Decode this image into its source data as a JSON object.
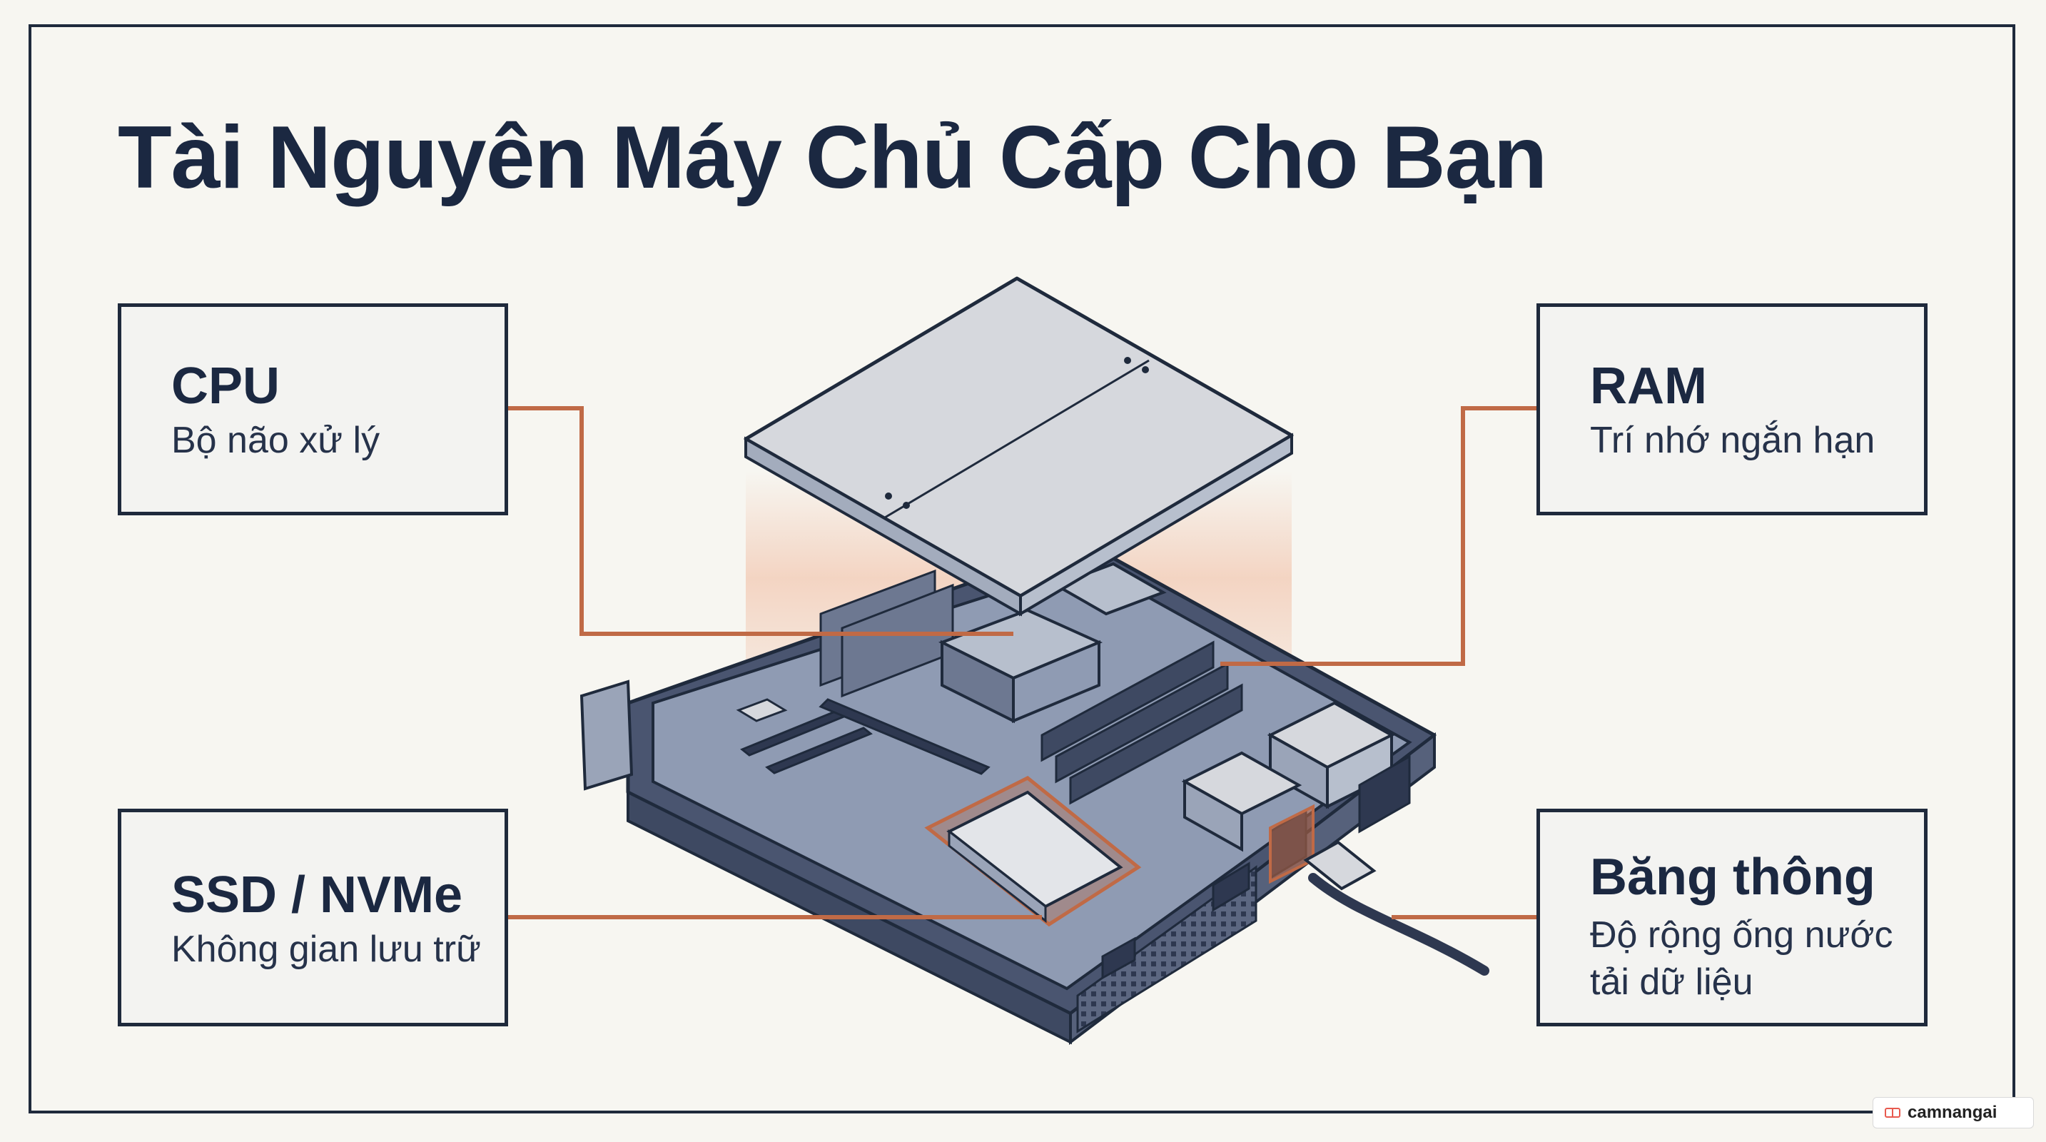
{
  "title": "Tài Nguyên Máy Chủ Cấp Cho Bạn",
  "cards": {
    "cpu": {
      "name": "CPU",
      "desc": "Bộ não xử lý"
    },
    "ram": {
      "name": "RAM",
      "desc": "Trí nhớ ngắn hạn"
    },
    "ssd": {
      "name": "SSD / NVMe",
      "desc": "Không gian lưu trữ"
    },
    "bandwidth": {
      "name": "Băng thông",
      "desc_line1": "Độ rộng ống nước",
      "desc_line2": "tải dữ liệu"
    }
  },
  "watermark": "camnangai",
  "colors": {
    "ink": "#1f2a3c",
    "connector": "#c06a46",
    "chassis": "#6d7891",
    "chassis_dark": "#3e4962",
    "board": "#8f9bb3",
    "lid": "#d6d8dd",
    "glow": "#f2c9b3"
  }
}
